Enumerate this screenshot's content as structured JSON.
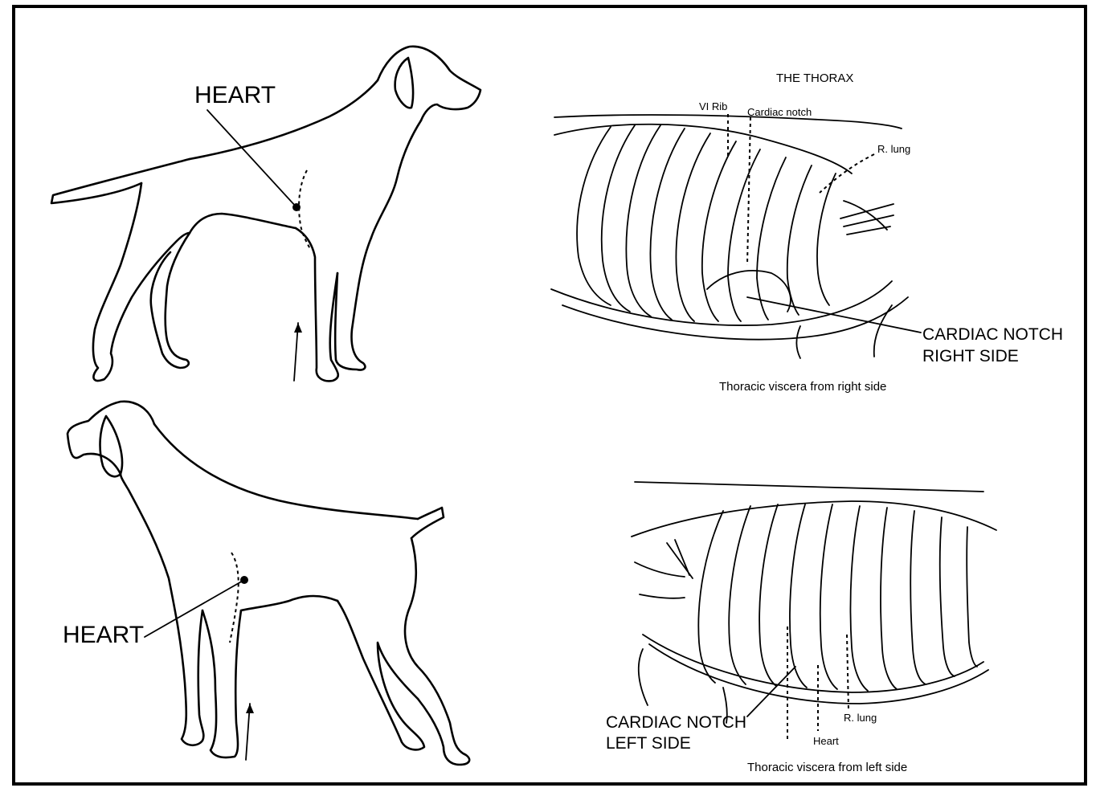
{
  "labels": {
    "heart_top": "HEART",
    "heart_bottom": "HEART",
    "thorax_title": "THE THORAX",
    "vi_rib": "VI Rib",
    "cardiac_notch": "Cardiac notch",
    "r_lung_top": "R. lung",
    "cardiac_notch_right_line1": "CARDIAC NOTCH",
    "cardiac_notch_right_line2": "RIGHT SIDE",
    "caption_right": "Thoracic viscera from right side",
    "cardiac_notch_left_line1": "CARDIAC NOTCH",
    "cardiac_notch_left_line2": "LEFT SIDE",
    "r_lung_bottom": "R. lung",
    "heart_small": "Heart",
    "caption_left": "Thoracic viscera from left side"
  },
  "colors": {
    "ink": "#000000",
    "paper": "#ffffff"
  }
}
